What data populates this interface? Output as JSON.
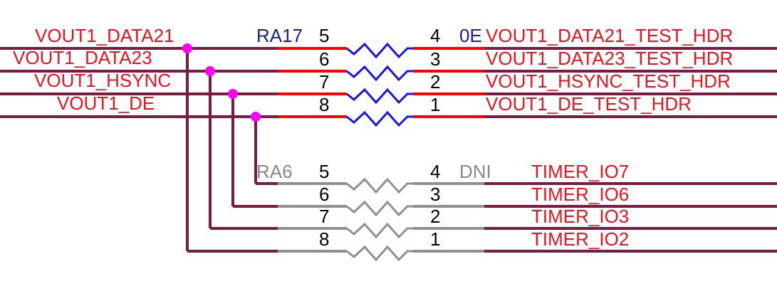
{
  "ra17": {
    "ref": "RA17",
    "value": "0E",
    "left_nets": [
      "VOUT1_DATA21",
      "VOUT1_DATA23",
      "VOUT1_HSYNC",
      "VOUT1_DE"
    ],
    "left_pins": [
      "5",
      "6",
      "7",
      "8"
    ],
    "right_pins": [
      "4",
      "3",
      "2",
      "1"
    ],
    "right_nets": [
      "VOUT1_DATA21_TEST_HDR",
      "VOUT1_DATA23_TEST_HDR",
      "VOUT1_HSYNC_TEST_HDR",
      "VOUT1_DE_TEST_HDR"
    ]
  },
  "ra6": {
    "ref": "RA6",
    "value": "DNI",
    "left_pins": [
      "5",
      "6",
      "7",
      "8"
    ],
    "right_pins": [
      "4",
      "3",
      "2",
      "1"
    ],
    "right_nets": [
      "TIMER_IO7",
      "TIMER_IO6",
      "TIMER_IO3",
      "TIMER_IO2"
    ]
  },
  "colors": {
    "net_label": "#e8141e",
    "wire": "#7b1b44",
    "junction": "#ff00ff",
    "resistor_fitted": "#1515e6",
    "resistor_dni": "#909090"
  }
}
